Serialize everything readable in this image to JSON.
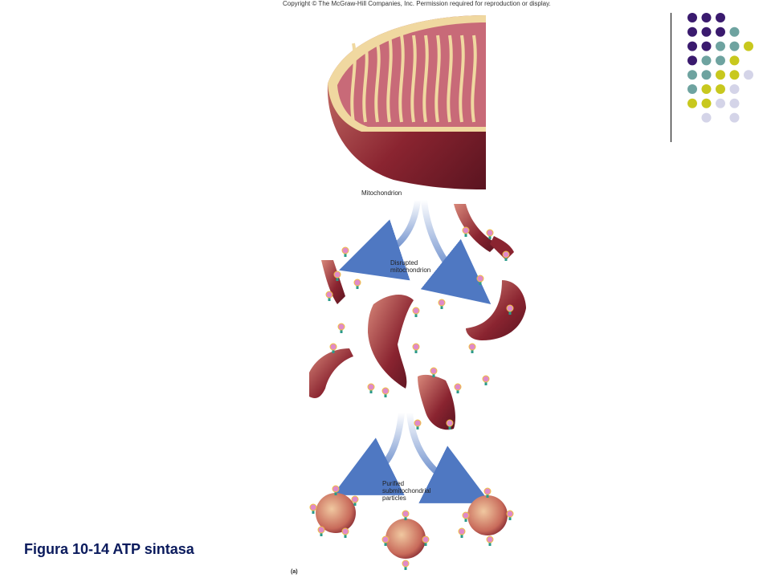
{
  "copyright": "Copyright © The McGraw-Hill Companies, Inc. Permission required for reproduction or display.",
  "labels": {
    "mitochondrion": "Mitochondrion",
    "disrupted_line1": "Disrupted",
    "disrupted_line2": "mitochondrion",
    "purified_line1": "Purified",
    "purified_line2": "submitochondrial",
    "purified_line3": "particles",
    "panel": "(a)"
  },
  "caption": "Figura 10-14 ATP sintasa",
  "colors": {
    "dark_purple": "#3a1a6e",
    "teal": "#6ea3a0",
    "yellow_green": "#c8c81e",
    "lavender": "#d4d4e8",
    "membrane": "#8a2430",
    "membrane_light": "#c46a60",
    "inner": "#f0d8a0",
    "arrow": "#5a82c8"
  }
}
